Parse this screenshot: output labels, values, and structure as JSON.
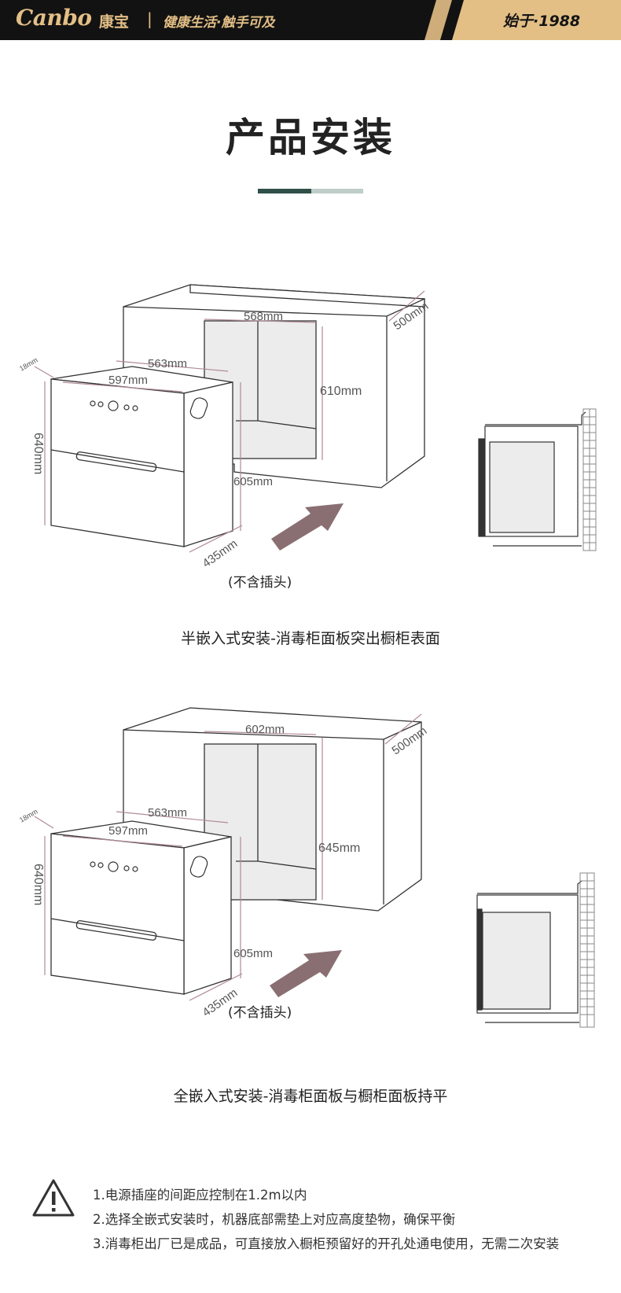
{
  "header": {
    "brand_logo": "Canbo",
    "brand_cn": "康宝",
    "separator": "|",
    "slogan": "健康生活·触手可及",
    "since": "始于·1988"
  },
  "section_title": "产品安装",
  "colors": {
    "header_bg": "#121212",
    "gold": "#e3bf86",
    "accent_dark": "#2f4f48",
    "accent_light": "#bfcdc8",
    "dimension_line": "#b08a96",
    "arrow": "#8a6f72"
  },
  "diagram_semi": {
    "dims": {
      "cabinet_width": "568mm",
      "cabinet_depth": "500mm",
      "cabinet_height": "610mm",
      "unit_depth_top": "563mm",
      "unit_width": "597mm",
      "panel_thickness": "18mm",
      "unit_height": "640mm",
      "body_height": "605mm",
      "body_depth": "435mm"
    },
    "no_plug": "(不含插头)",
    "caption": "半嵌入式安装-消毒柜面板突出橱柜表面"
  },
  "diagram_full": {
    "dims": {
      "cabinet_width": "602mm",
      "cabinet_depth": "500mm",
      "cabinet_height": "645mm",
      "unit_depth_top": "563mm",
      "unit_width": "597mm",
      "panel_thickness": "18mm",
      "unit_height": "640mm",
      "body_height": "605mm",
      "body_depth": "435mm"
    },
    "no_plug": "(不含插头)",
    "caption": "全嵌入式安装-消毒柜面板与橱柜面板持平"
  },
  "notes": [
    "1.电源插座的间距应控制在1.2m以内",
    "2.选择全嵌式安装时，机器底部需垫上对应高度垫物，确保平衡",
    "3.消毒柜出厂已是成品，可直接放入橱柜预留好的开孔处通电使用，无需二次安装"
  ],
  "icons": {
    "warning": "warning-triangle-icon",
    "arrow": "insert-arrow-icon"
  }
}
